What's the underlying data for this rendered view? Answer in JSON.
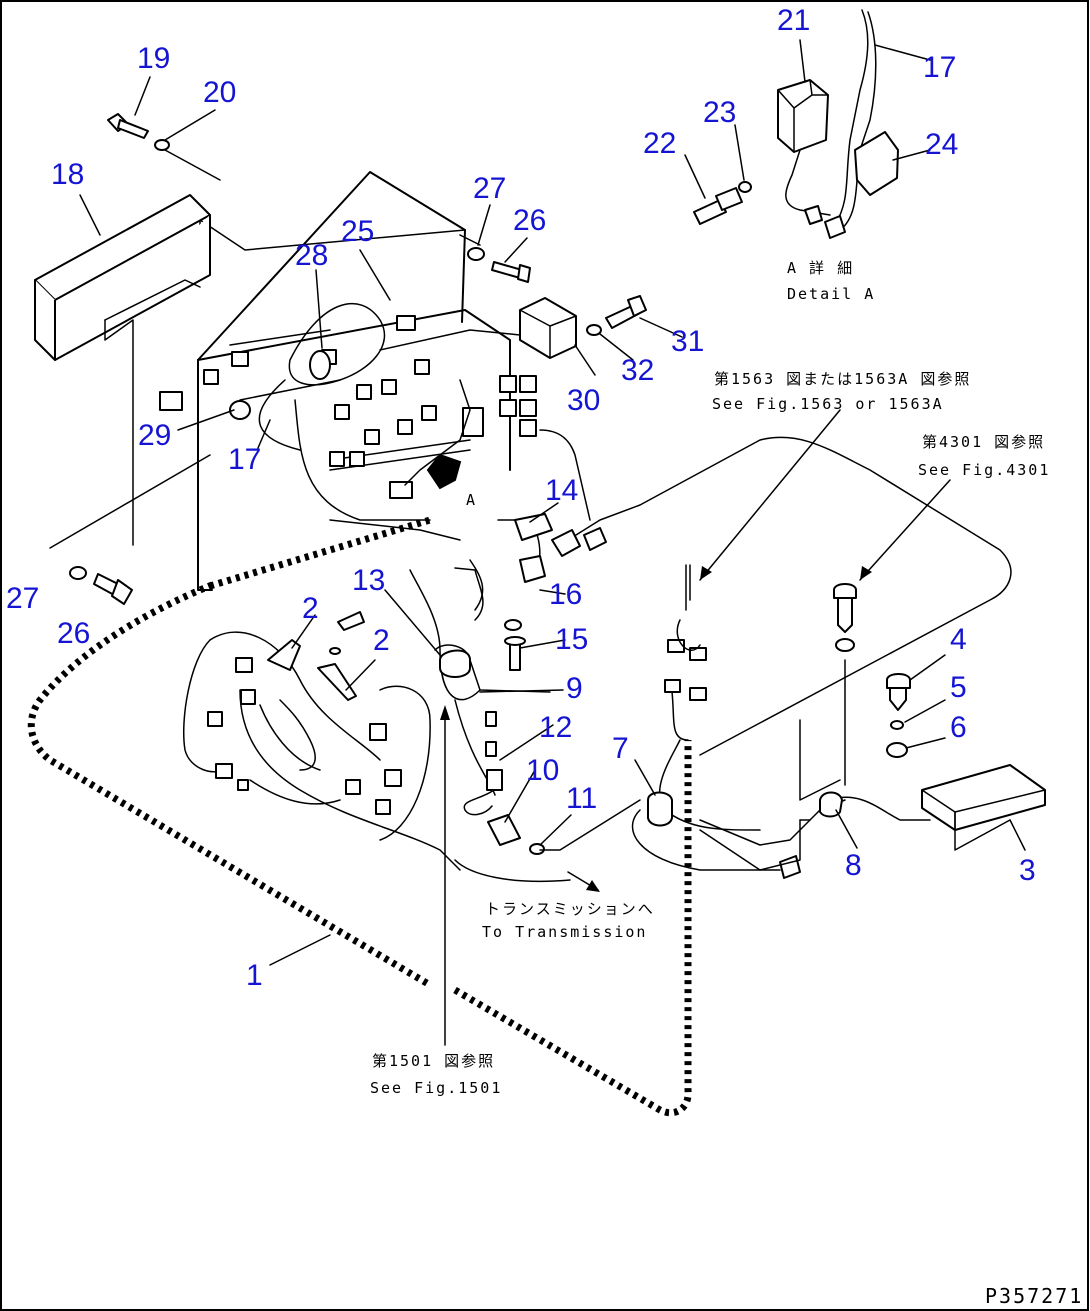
{
  "figure_id": "P357271",
  "part_numbers": [
    "1",
    "2",
    "2",
    "3",
    "4",
    "5",
    "6",
    "7",
    "8",
    "9",
    "10",
    "11",
    "12",
    "13",
    "14",
    "15",
    "16",
    "17",
    "17",
    "18",
    "19",
    "20",
    "21",
    "22",
    "23",
    "24",
    "25",
    "26",
    "26",
    "27",
    "27",
    "28",
    "29",
    "30",
    "31",
    "32"
  ],
  "notes": {
    "detail_a_jp": "A 詳 細",
    "detail_a_en": "Detail A",
    "arrow_letter": "A",
    "fig1563_jp": "第1563 図または1563A 図参照",
    "fig1563_en": "See Fig.1563 or 1563A",
    "fig4301_jp": "第4301 図参照",
    "fig4301_en": "See Fig.4301",
    "transmission_jp": "トランスミッションへ",
    "transmission_en": "To Transmission",
    "fig1501_jp": "第1501 図参照",
    "fig1501_en": "See Fig.1501"
  },
  "colors": {
    "callout": "#1414d2",
    "line": "#000000",
    "background": "#ffffff"
  }
}
